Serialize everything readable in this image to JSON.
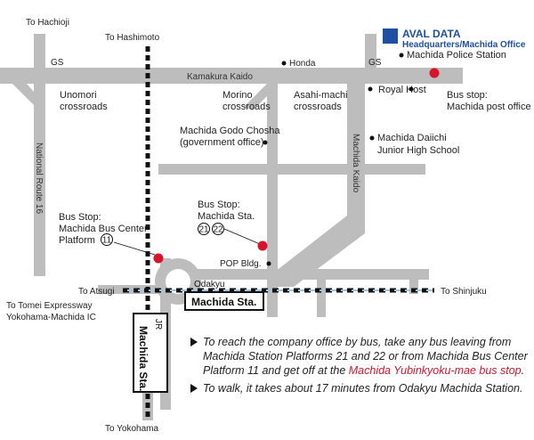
{
  "map": {
    "directions": {
      "hachioji": "To Hachioji",
      "hashimoto": "To Hashimoto",
      "atsugi": "To Atsugi",
      "tomei": "To Tomei Expressway",
      "tomei2": "Yokohama-Machida IC",
      "shinjuku": "To Shinjuku",
      "yokohama": "To Yokohama"
    },
    "roads": {
      "kamakura": "Kamakura Kaido",
      "machida_kaido": "Machida Kaido",
      "route16": "National Route 16"
    },
    "gs_left": "GS",
    "gs_right": "GS",
    "places": {
      "unomori_1": "Unomori",
      "unomori_2": "crossroads",
      "morino_1": "Morino",
      "morino_2": "crossroads",
      "asahi_1": "Asahi-machi",
      "asahi_2": "crossroads",
      "honda": "Honda",
      "royal_host": "Royal Host",
      "godo_1": "Machida Godo Chosha",
      "godo_2": "(government office)",
      "daiichi_1": "Machida Daiichi",
      "daiichi_2": "Junior High School",
      "pop": "POP Bldg.",
      "police": "Machida Police Station"
    },
    "office": {
      "name": "AVAL DATA",
      "sub": "Headquarters/Machida Office",
      "color": "#1f4fa3"
    },
    "bus_stops": {
      "post_1": "Bus stop:",
      "post_2": "Machida post office",
      "center_1": "Bus Stop:",
      "center_2": "Machida Bus Center",
      "center_3": "Platform",
      "center_platform": "11",
      "sta_1": "Bus Stop:",
      "sta_2": "Machida Sta.",
      "sta_p1": "21",
      "sta_p2": "22",
      "marker_color": "#d8142b"
    },
    "stations": {
      "odakyu_small": "Odakyu",
      "odakyu_name": "Machida Sta.",
      "jr_small": "JR",
      "jr_name": "Machida Sta."
    }
  },
  "notes": {
    "note1_a": "To reach the company office by bus, take any bus leaving from Machida Station Platforms 21 and 22 or from Machida Bus Center Platform 11 and get off at the ",
    "note1_red": "Machida Yubinkyoku-mae bus stop",
    "note1_b": ".",
    "note2": "To walk, it takes about 17 minutes from Odakyu Machida Station."
  }
}
